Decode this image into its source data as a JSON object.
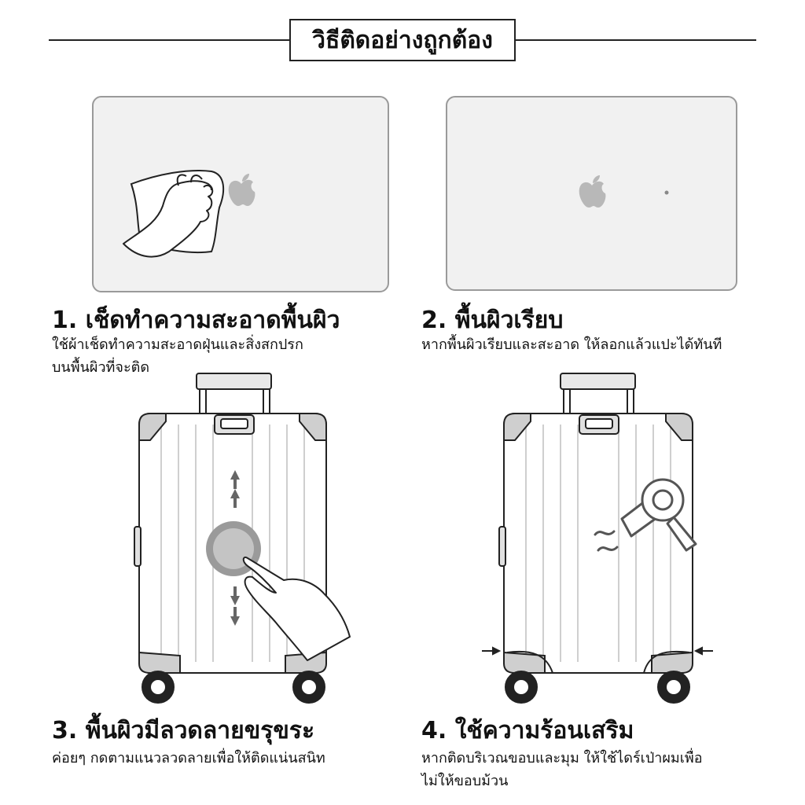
{
  "header": {
    "title": "วิธีติดอย่างถูกต้อง"
  },
  "steps": [
    {
      "title": "1. เช็ดทำความสะอาดพื้นผิว",
      "desc_lines": [
        "ใช้ผ้าเช็ดทำความสะอาดฝุ่นและสิ่งสกปรก",
        "บนพื้นผิวที่จะติด"
      ]
    },
    {
      "title": "2. พื้นผิวเรียบ",
      "desc_lines": [
        "หากพื้นผิวเรียบและสะอาด ให้ลอกแล้วแปะได้ทันที"
      ]
    },
    {
      "title": "3. พื้นผิวมีลวดลายขรุขระ",
      "desc_lines": [
        "ค่อยๆ กดตามแนวลวดลายเพื่อให้ติดแน่นสนิท"
      ]
    },
    {
      "title": "4. ใช้ความร้อนเสริม",
      "desc_lines": [
        "หากติดบริเวณขอบและมุม ให้ใช้ไดร์เป่าผมเพื่อ",
        "ไม่ให้ขอบม้วน"
      ]
    }
  ],
  "icons": [
    "cloth-icon",
    "hand-icon",
    "apple-logo-icon",
    "suitcase-icon",
    "arrow-up-icon",
    "arrow-down-icon",
    "hair-dryer-icon",
    "heat-wave-icon",
    "arrow-right-icon",
    "arrow-left-icon"
  ],
  "colors": {
    "panel_bg": "#f1f1f1",
    "panel_border": "#9a9a9a",
    "line": "#222222",
    "logo_gray": "#b8b8b8"
  }
}
